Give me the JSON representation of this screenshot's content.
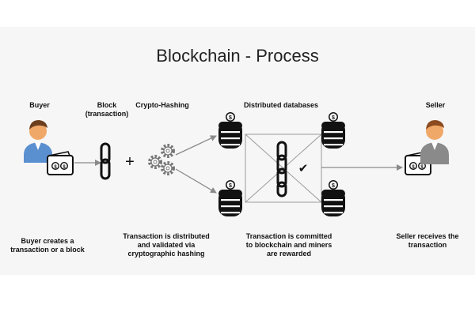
{
  "title": "Blockchain - Process",
  "labels": {
    "buyer": "Buyer",
    "block_line1": "Block",
    "block_line2": "(transaction)",
    "crypto_hashing": "Crypto-Hashing",
    "distributed_databases": "Distributed databases",
    "seller": "Seller"
  },
  "steps": [
    {
      "line1": "Buyer creates a",
      "line2": "transaction or a block"
    },
    {
      "line1": "Transaction is distributed",
      "line2": "and validated via",
      "line3": "cryptographic hashing"
    },
    {
      "line1": "Transaction is committed",
      "line2": "to blockchain and miners",
      "line3": "are rewarded"
    },
    {
      "line1": "Seller receives the",
      "line2": "transaction"
    }
  ],
  "symbols": {
    "plus": "+",
    "currency": "$",
    "check": "✔"
  },
  "colors": {
    "background_panel": "#f6f6f6",
    "arrow": "#8a8a8a",
    "icon_dark": "#111111",
    "skin": "#f0a868",
    "shirt_blue": "#5a8fd0",
    "shirt_gray": "#8a8a8a"
  }
}
